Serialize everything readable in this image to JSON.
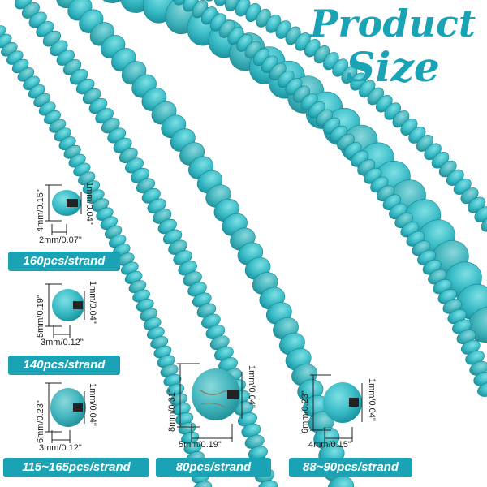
{
  "title": {
    "line1": "Product",
    "line2": "Size"
  },
  "colors": {
    "accent": "#1aa3b5",
    "bead_light": "#4ec6cf",
    "bead_dark": "#1f9aa6",
    "vein": "#8a7a55"
  },
  "specs": [
    {
      "height": "4mm/0.15\"",
      "width": "2mm/0.07\"",
      "hole": "1mm/0.04\"",
      "count": "160pcs/strand"
    },
    {
      "height": "5mm/0.19\"",
      "width": "3mm/0.12\"",
      "hole": "1mm/0.04\"",
      "count": "140pcs/strand"
    },
    {
      "height": "6mm/0.23\"",
      "width": "3mm/0.12\"",
      "hole": "1mm/0.04\"",
      "count": "115~165pcs/strand"
    },
    {
      "height": "8mm/0.31\"",
      "width": "5mm/0.19\"",
      "hole": "1mm/0.04\"",
      "count": "80pcs/strand"
    },
    {
      "height": "6mm/0.23\"",
      "width": "4mm/0.15\"",
      "hole": "1mm/0.04\"",
      "count": "88~90pcs/strand"
    }
  ]
}
